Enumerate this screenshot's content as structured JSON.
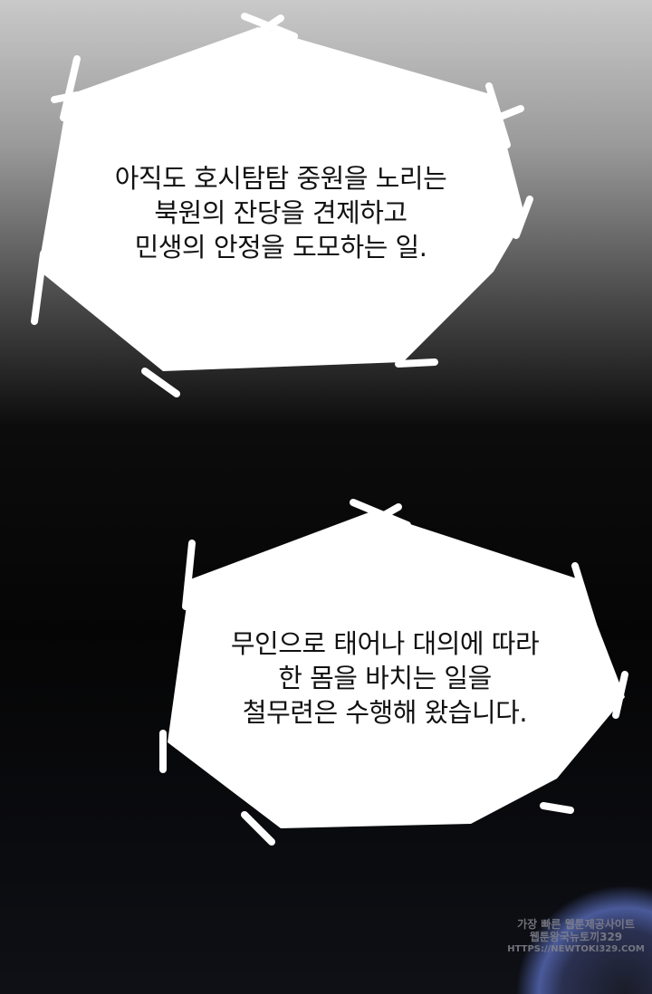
{
  "bubble1": {
    "lines": [
      "아직도 호시탐탐 중원을 노리는",
      "북원의 잔당을 견제하고",
      "민생의 안정을 도모하는 일."
    ]
  },
  "bubble2": {
    "lines": [
      "무인으로 태어나 대의에 따라",
      "한 몸을 바치는 일을",
      "철무련은 수행해 왔습니다."
    ]
  },
  "watermark": {
    "lines": [
      "가장 빠른 웹툰제공사이트",
      "웹툰왕국뉴토끼329",
      "HTTPS://NEWTOKI329.COM"
    ]
  }
}
